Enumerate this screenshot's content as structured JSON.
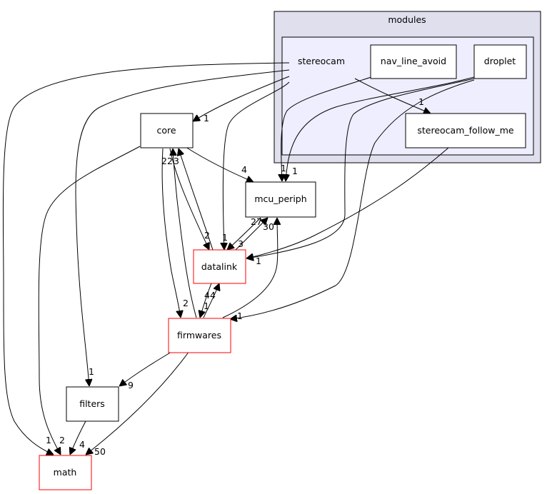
{
  "clusters": {
    "outer_label": "modules",
    "inner_label": "stereocam"
  },
  "nodes": {
    "nav_line_avoid": "nav_line_avoid",
    "droplet": "droplet",
    "stereocam_follow_me": "stereocam_follow_me",
    "core": "core",
    "mcu_periph": "mcu_periph",
    "datalink": "datalink",
    "firmwares": "firmwares",
    "filters": "filters",
    "math": "math"
  },
  "edge_labels": {
    "stereocam_core": "1",
    "stereocam_follow_me": "1",
    "nav_mcu": "1",
    "droplet_mcu": "1",
    "follow_datalink": "1",
    "droplet_firmwares": "1",
    "core_mcu": "4",
    "core_datalink_a": "22",
    "core_datalink_b": "3",
    "datalink_core": "2",
    "datalink_left": "1",
    "mcu_datalink": "27",
    "datalink_mcu": "3",
    "firmwares_mcu": "30",
    "core_firmwares": "2",
    "firmwares_datalink": "44",
    "datalink_firmwares": "1",
    "stereocam_filters": "1",
    "firmwares_filters": "9",
    "filters_math": "4",
    "firmwares_math": "50",
    "stereocam_math": "1",
    "core_math": "2"
  },
  "colors": {
    "cluster_outer": "#dfdfee",
    "cluster_inner": "#eeeeff",
    "red_border": "#ff0000"
  }
}
